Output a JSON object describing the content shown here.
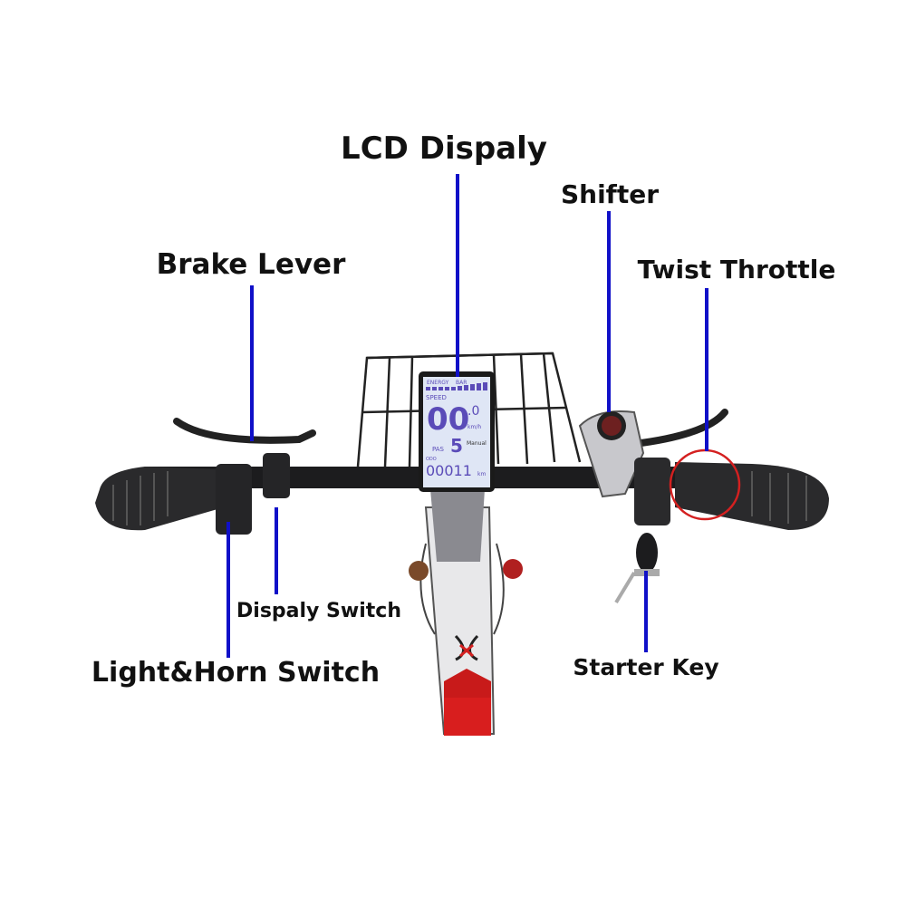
{
  "labels": {
    "lcd_display": "LCD Dispaly",
    "shifter": "Shifter",
    "brake_lever": "Brake Lever",
    "twist_throttle": "Twist Throttle",
    "display_switch": "Dispaly Switch",
    "light_horn_switch": "Light&Horn Switch",
    "starter_key": "Starter Key"
  },
  "lcd": {
    "energy_label": "ENERGY",
    "bar_label": "BAR",
    "speed_label": "SPEED",
    "speed_value": "00",
    "speed_decimal": ".0",
    "speed_unit": "km/h",
    "pas_label": "PAS",
    "pas_value": "5",
    "mode": "Manual",
    "odo_label": "ODO",
    "odo_value": "00011",
    "odo_unit": "km"
  },
  "colors": {
    "pointer_line": "#1010c8",
    "highlight_circle": "#d42020",
    "lcd_segments": "#5a4bb8",
    "frame_red": "#d81e1e"
  }
}
